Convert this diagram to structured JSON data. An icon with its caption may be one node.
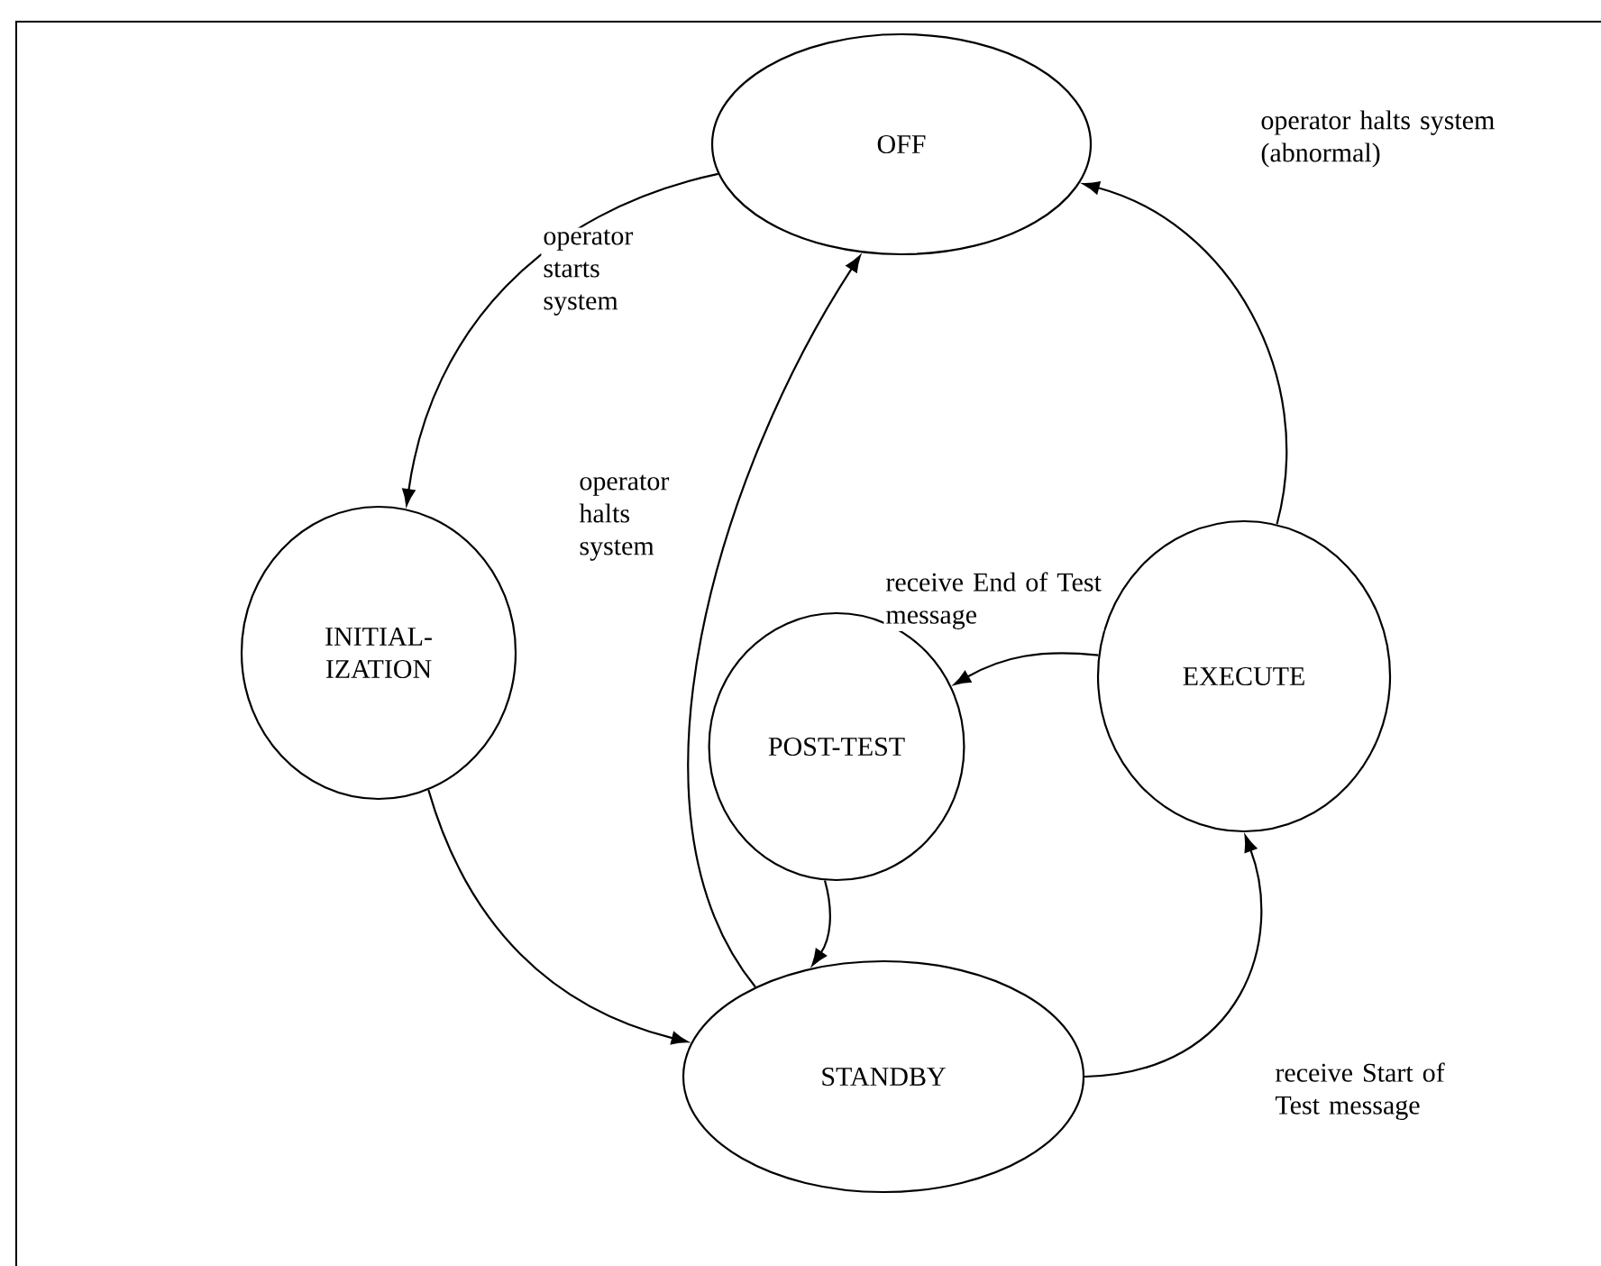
{
  "diagram": {
    "nodes": [
      {
        "text": [
          "OFF"
        ]
      },
      {
        "text": [
          "INITIAL- IZATION"
        ]
      },
      {
        "text": [
          "EXECUTE"
        ]
      },
      {
        "text": [
          "POST-TEST"
        ]
      },
      {
        "text": [
          "STANDBY"
        ]
      }
    ],
    "edges": [
      {
        "from": 0,
        "to": 1,
        "arrow": "to",
        "label": "operator starts system"
      },
      {
        "from": 1,
        "to": 4,
        "arrow": "to"
      },
      {
        "from": 4,
        "to": 0,
        "arrow": "to",
        "label": "operator halts system"
      },
      {
        "from": 2,
        "to": 0,
        "arrow": "to",
        "label": "operator halts system (abnormal)"
      },
      {
        "from": 2,
        "to": 3,
        "arrow": "to",
        "label": "receive End of Test message"
      },
      {
        "from": 3,
        "to": 4,
        "arrow": "to"
      },
      {
        "from": 4,
        "to": 2,
        "arrow": "to",
        "label": "receive Start of Test message"
      }
    ]
  }
}
